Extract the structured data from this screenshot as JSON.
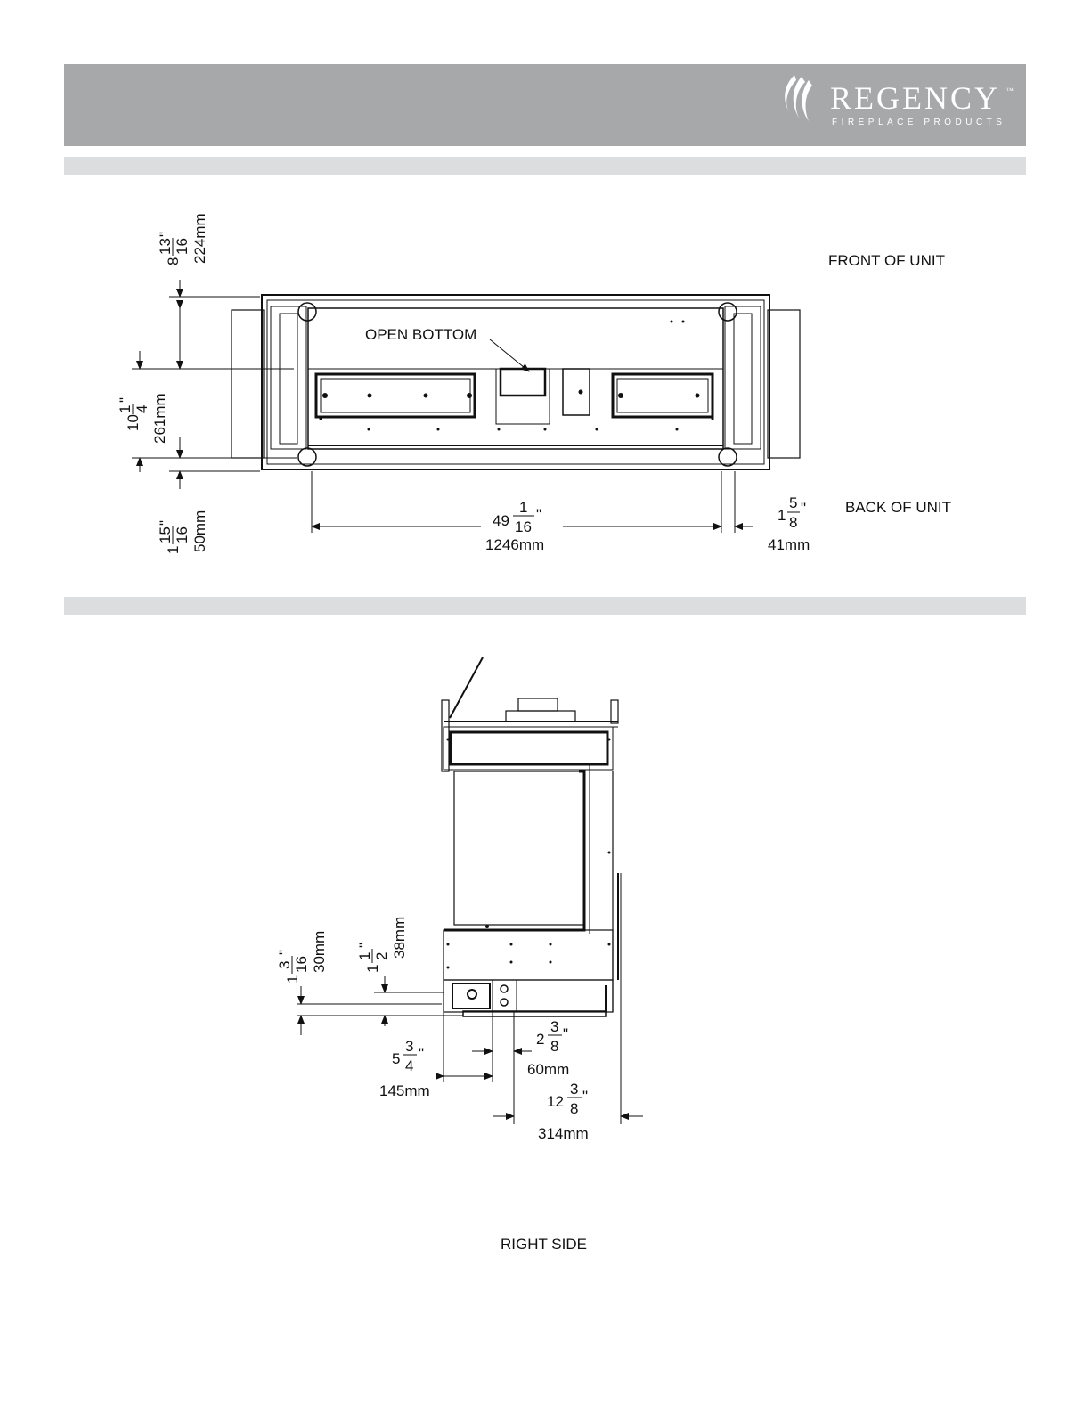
{
  "brand": {
    "name": "REGENCY",
    "tm": "™",
    "tagline": "FIREPLACE PRODUCTS"
  },
  "top_view": {
    "front_label": "FRONT OF UNIT",
    "back_label": "BACK OF UNIT",
    "callout": "OPEN BOTTOM",
    "dims": {
      "d1_whole": "8",
      "d1_num": "13",
      "d1_den": "16",
      "d1_mm": "224mm",
      "d2_whole": "10",
      "d2_num": "1",
      "d2_den": "4",
      "d2_mm": "261mm",
      "d3_whole": "1",
      "d3_num": "15",
      "d3_den": "16",
      "d3_mm": "50mm",
      "d4_whole": "49",
      "d4_num": "1",
      "d4_den": "16",
      "d4_mm": "1246mm",
      "d5_whole": "1",
      "d5_num": "5",
      "d5_den": "8",
      "d5_mm": "41mm"
    }
  },
  "side_view": {
    "label": "RIGHT SIDE",
    "dims": {
      "a_whole": "1",
      "a_num": "3",
      "a_den": "16",
      "a_mm": "30mm",
      "b_whole": "1",
      "b_num": "1",
      "b_den": "2",
      "b_mm": "38mm",
      "c_whole": "5",
      "c_num": "3",
      "c_den": "4",
      "c_mm": "145mm",
      "d_whole": "2",
      "d_num": "3",
      "d_den": "8",
      "d_mm": "60mm",
      "e_whole": "12",
      "e_num": "3",
      "e_den": "8",
      "e_mm": "314mm"
    }
  },
  "inch_mark": "\""
}
